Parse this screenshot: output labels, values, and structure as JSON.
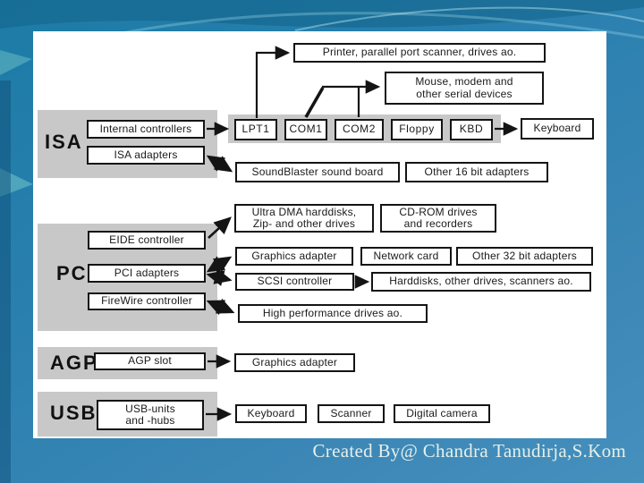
{
  "colors": {
    "slide_background": "#2a80af",
    "band_gray": "#c8c8c8",
    "box_background": "#ffffff",
    "box_border": "#141414",
    "caption_color": "#e7efe9"
  },
  "diagram": {
    "isa": {
      "label": "ISA",
      "slots": {
        "internal": "Internal controllers",
        "adapters": "ISA adapters"
      },
      "ports": {
        "lpt1": "LPT1",
        "com1": "COM1",
        "com2": "COM2",
        "floppy": "Floppy",
        "kbd": "KBD"
      },
      "devices": {
        "printer": "Printer, parallel port scanner, drives ao.",
        "mouse_line1": "Mouse, modem and",
        "mouse_line2": "other serial devices",
        "keyboard": "Keyboard",
        "soundblaster": "SoundBlaster sound board",
        "other16": "Other 16 bit adapters"
      }
    },
    "pci": {
      "label": "PCI",
      "slots": {
        "eide": "EIDE controller",
        "adapters": "PCI adapters",
        "firewire": "FireWire controller"
      },
      "devices": {
        "ultradma_line1": "Ultra DMA harddisks,",
        "ultradma_line2": "Zip- and other drives",
        "cdrom_line1": "CD-ROM drives",
        "cdrom_line2": "and recorders",
        "graphics": "Graphics adapter",
        "network": "Network card",
        "other32": "Other 32 bit adapters",
        "scsi": "SCSI controller",
        "harddisks": "Harddisks, other drives, scanners ao.",
        "highperf": "High performance drives ao."
      }
    },
    "agp": {
      "label": "AGP",
      "slots": {
        "slot": "AGP slot"
      },
      "devices": {
        "graphics": "Graphics adapter"
      }
    },
    "usb": {
      "label": "USB",
      "slots": {
        "units_line1": "USB-units",
        "units_line2": "and -hubs"
      },
      "devices": {
        "keyboard": "Keyboard",
        "scanner": "Scanner",
        "camera": "Digital camera"
      }
    }
  },
  "footer": {
    "credit": "Created By@ Chandra Tanudirja,S.Kom"
  }
}
